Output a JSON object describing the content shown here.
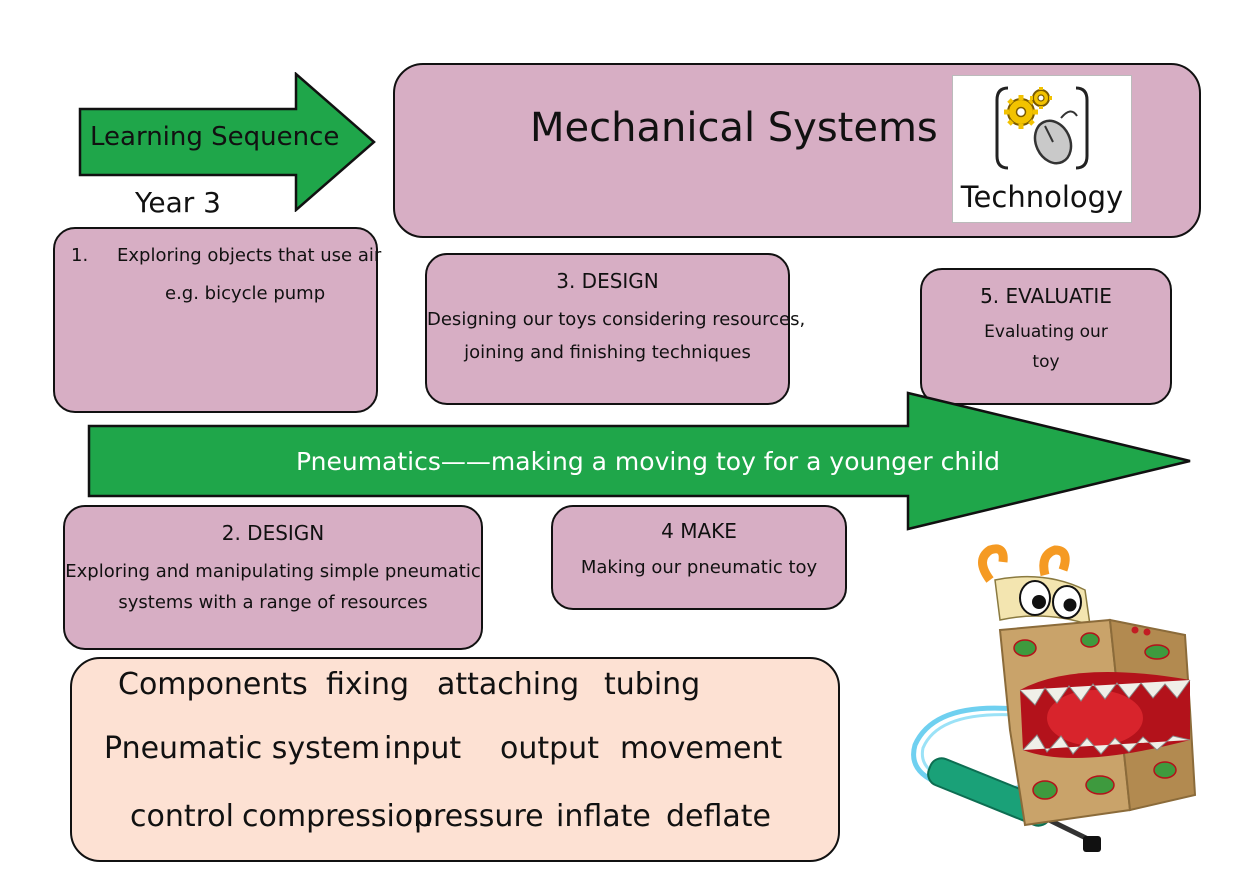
{
  "header": {
    "sequence_label": "Learning Sequence",
    "year": "Year 3",
    "title": "Mechanical Systems",
    "badge_label": "Technology"
  },
  "main_arrow": {
    "label": "Pneumatics——making a moving toy for a younger child"
  },
  "steps": [
    {
      "number": "1.",
      "heading": "",
      "lines": [
        "Exploring objects that use air",
        "e.g. bicycle pump"
      ]
    },
    {
      "heading": "2. DESIGN",
      "lines": [
        "Exploring and manipulating simple pneumatic",
        "systems with a range of resources"
      ]
    },
    {
      "heading": "3. DESIGN",
      "lines": [
        "Designing our toys considering resources,",
        "joining and finishing techniques"
      ]
    },
    {
      "heading": "4 MAKE",
      "lines": [
        "Making our pneumatic toy"
      ]
    },
    {
      "heading": "5. EVALUATIE",
      "lines": [
        "Evaluating our",
        "toy"
      ]
    }
  ],
  "keywords": {
    "row1": [
      "Components",
      "fixing",
      "attaching",
      "tubing"
    ],
    "row2": [
      "Pneumatic system",
      "input",
      "output",
      "movement"
    ],
    "row3": [
      "control",
      "compression",
      "pressure",
      "inflate",
      "deflate"
    ]
  },
  "colors": {
    "arrow_green": "#1fa64a",
    "step_box": "#d7aec4",
    "keyword_box": "#fde1d3"
  },
  "icons": [
    "gears-icon",
    "computer-mouse-icon"
  ]
}
